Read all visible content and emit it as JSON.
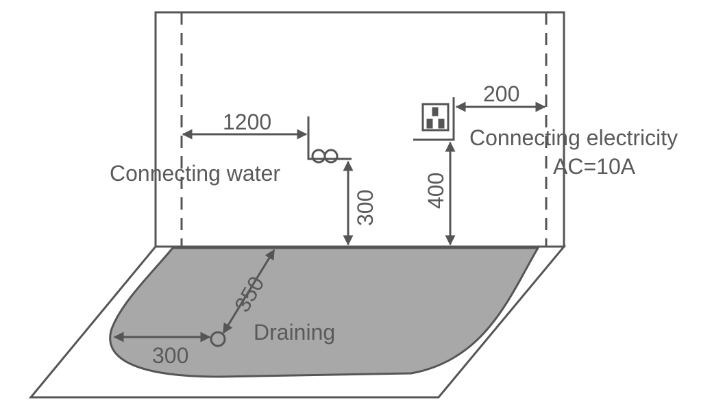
{
  "labels": {
    "water_distance": "1200",
    "water_label": "Connecting water",
    "water_height": "300",
    "electric_distance": "200",
    "electric_label": "Connecting electricity",
    "electric_spec": "AC=10A",
    "electric_height": "400",
    "drain_diagonal": "350",
    "drain_label": "Draining",
    "drain_side": "300"
  },
  "colors": {
    "line": "#555555",
    "tray": "#a8a8a8"
  }
}
